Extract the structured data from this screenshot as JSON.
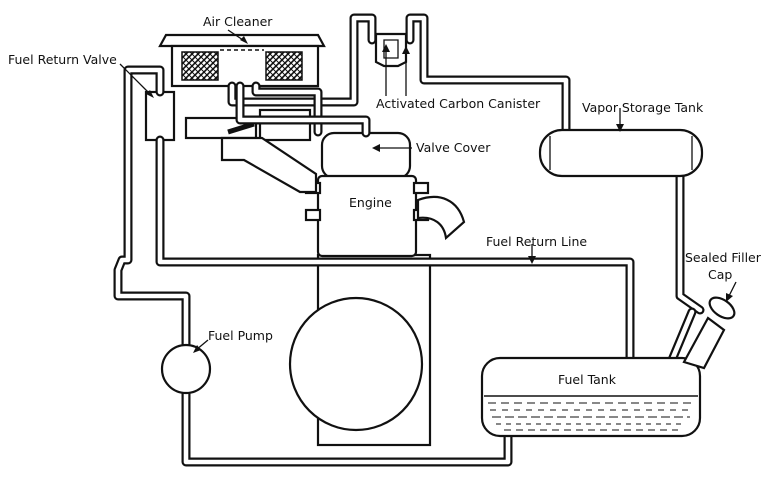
{
  "labels": {
    "air_cleaner": "Air Cleaner",
    "fuel_return_valve": "Fuel Return Valve",
    "activated_carbon_canister": "Activated Carbon Canister",
    "vapor_storage_tank": "Vapor Storage Tank",
    "valve_cover": "Valve Cover",
    "engine": "Engine",
    "fuel_return_line": "Fuel Return Line",
    "sealed_filler_cap_line1": "Sealed Filler",
    "sealed_filler_cap_line2": "Cap",
    "fuel_pump": "Fuel Pump",
    "fuel_tank": "Fuel Tank"
  }
}
